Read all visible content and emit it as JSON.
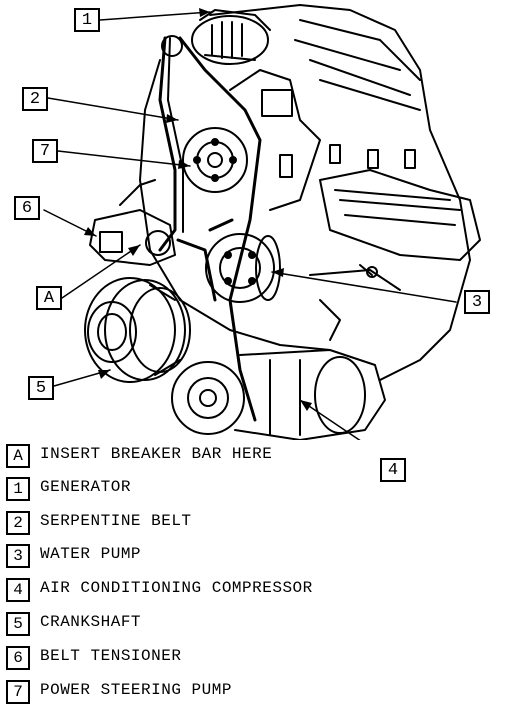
{
  "callouts": {
    "c1": "1",
    "c2": "2",
    "c7": "7",
    "c6": "6",
    "cA": "A",
    "c3": "3",
    "c5": "5",
    "c4": "4"
  },
  "legend": [
    {
      "key": "A",
      "text": "INSERT BREAKER BAR HERE"
    },
    {
      "key": "1",
      "text": "GENERATOR"
    },
    {
      "key": "2",
      "text": "SERPENTINE BELT"
    },
    {
      "key": "3",
      "text": "WATER PUMP"
    },
    {
      "key": "4",
      "text": "AIR CONDITIONING COMPRESSOR"
    },
    {
      "key": "5",
      "text": "CRANKSHAFT"
    },
    {
      "key": "6",
      "text": "BELT TENSIONER"
    },
    {
      "key": "7",
      "text": "POWER STEERING PUMP"
    }
  ]
}
